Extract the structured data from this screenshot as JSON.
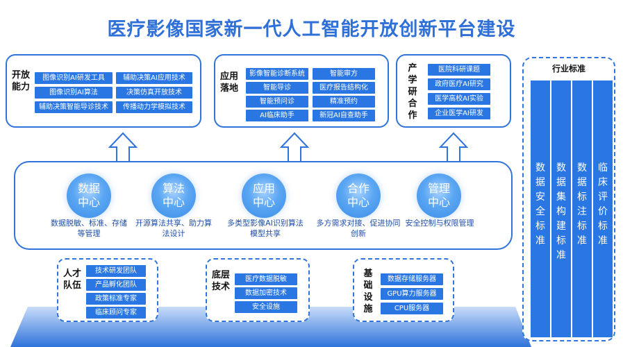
{
  "title": "医疗影像国家新一代人工智能开放创新平台建设",
  "open_capability": {
    "label": "开放能力",
    "items": [
      "图像识别AI研发工具",
      "辅助决策AI应用技术",
      "图像识别AI算法",
      "决策仿真开放技术",
      "辅助决策智能导诊技术",
      "传播动力学模拟技术"
    ]
  },
  "application": {
    "label": "应用落地",
    "items": [
      "影像智能诊断系统",
      "智能审方",
      "智能导诊",
      "医疗报告结构化",
      "智能预问诊",
      "精准预约",
      "AI临床助手",
      "新冠AI自查助手"
    ]
  },
  "cooperation": {
    "label": "产学研合作",
    "items": [
      "医院科研课题",
      "政府医疗AI研究",
      "医学高校AI实验",
      "企业医学AI研发"
    ]
  },
  "centers": [
    {
      "name": "数据中心",
      "desc": "数据脱敏、标准、存储等管理"
    },
    {
      "name": "算法中心",
      "desc": "开源算法共享、助力算法设计"
    },
    {
      "name": "应用中心",
      "desc": "多类型影像AI识别算法模型共享"
    },
    {
      "name": "合作中心",
      "desc": "多方需求对接、促进协同创新"
    },
    {
      "name": "管理中心",
      "desc": "安全控制与权限管理"
    }
  ],
  "talent": {
    "label": "人才队伍",
    "items": [
      "技术研发团队",
      "产品孵化团队",
      "政策标准专家",
      "临床顾问专家"
    ]
  },
  "tech": {
    "label": "底层技术",
    "items": [
      "医疗数据脱敏",
      "数据加密技术",
      "安全设施"
    ]
  },
  "infra": {
    "label": "基础设施",
    "items": [
      "数据存储服务器",
      "GPU算力服务器",
      "CPU服务器"
    ]
  },
  "standards": {
    "label": "行业标准",
    "items": [
      "数据安全标准",
      "数据集构建标准",
      "数据标注标准",
      "临床评价标准"
    ]
  }
}
